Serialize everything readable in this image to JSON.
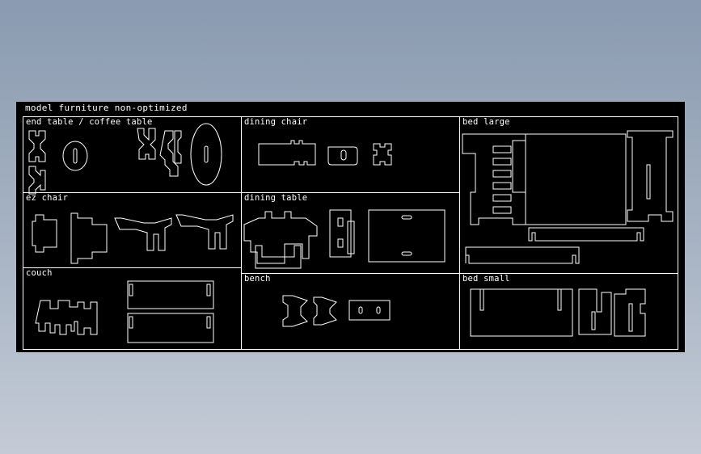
{
  "drawing": {
    "title": "model furniture non-optimized",
    "background": "#000000",
    "line_color": "#ffffff",
    "sections": [
      {
        "key": "end_table",
        "label": "end table / coffee table"
      },
      {
        "key": "dining_chair",
        "label": "dining chair"
      },
      {
        "key": "bed_large",
        "label": "bed large"
      },
      {
        "key": "ez_chair",
        "label": "ez chair"
      },
      {
        "key": "dining_table",
        "label": "dining table"
      },
      {
        "key": "couch",
        "label": "couch"
      },
      {
        "key": "bench",
        "label": "bench"
      },
      {
        "key": "bed_small",
        "label": "bed small"
      }
    ]
  }
}
